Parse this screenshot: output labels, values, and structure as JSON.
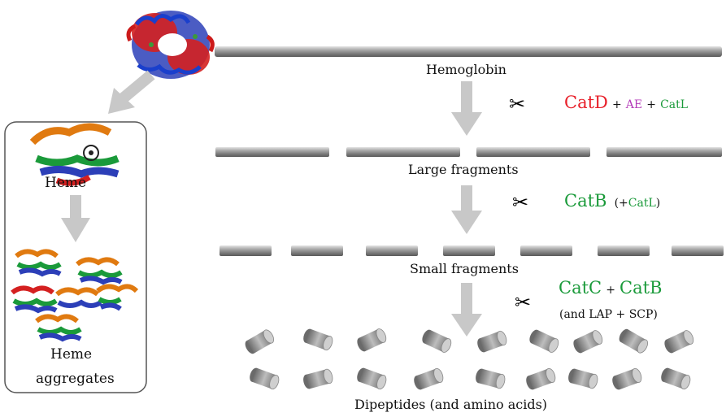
{
  "labels": {
    "hemoglobin": "Hemoglobin",
    "large_fragments": "Large fragments",
    "small_fragments": "Small fragments",
    "dipeptides": "Dipeptides (and amino acids)",
    "heme": "Heme",
    "heme_aggregates_1": "Heme",
    "heme_aggregates_2": "aggregates"
  },
  "steps": {
    "step1": {
      "catd": "CatD",
      "plus1": "+",
      "ae": "AE",
      "plus2": "+",
      "catl": "CatL"
    },
    "step2": {
      "catb": "CatB",
      "open": "(+",
      "catl": "CatL",
      "close": ")"
    },
    "step3": {
      "catc": "CatC",
      "plus": "+",
      "catb": "CatB",
      "extra": "(and LAP + SCP)"
    }
  },
  "colors": {
    "red": "#e8202a",
    "purple": "#b33ab8",
    "green": "#1a9a3a",
    "rod": "#8c8c8c",
    "arrow": "#c8c8c8"
  },
  "icons": [
    "scissors-icon",
    "hemoglobin-structure-icon",
    "heme-structure-icon",
    "heme-aggregates-icon"
  ]
}
